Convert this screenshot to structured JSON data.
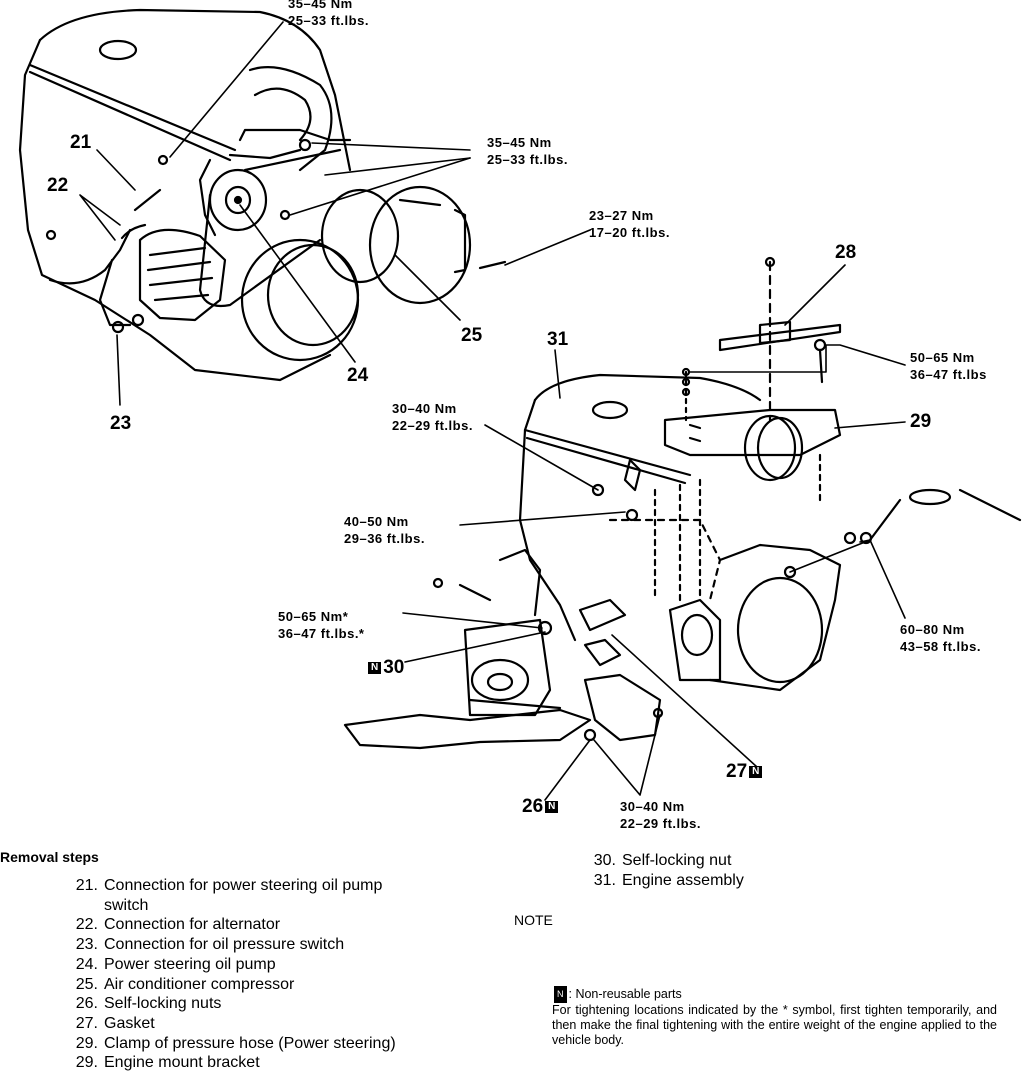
{
  "part_labels": {
    "p21": "21",
    "p22": "22",
    "p23": "23",
    "p24": "24",
    "p25": "25",
    "p26": "26",
    "p27": "27",
    "p28": "28",
    "p29": "29",
    "p30": "30",
    "p31": "31"
  },
  "non_reusable_mark": "N",
  "torques": {
    "t1": {
      "nm": "35–45 Nm",
      "ft": "25–33 ft.lbs."
    },
    "t2": {
      "nm": "35–45 Nm",
      "ft": "25–33 ft.lbs."
    },
    "t3": {
      "nm": "23–27 Nm",
      "ft": "17–20 ft.lbs."
    },
    "t4": {
      "nm": "50–65 Nm",
      "ft": "36–47 ft.lbs"
    },
    "t5": {
      "nm": "30–40 Nm",
      "ft": "22–29 ft.lbs."
    },
    "t6": {
      "nm": "40–50 Nm",
      "ft": "29–36 ft.lbs."
    },
    "t7": {
      "nm": "50–65 Nm*",
      "ft": "36–47 ft.lbs.*"
    },
    "t8": {
      "nm": "60–80 Nm",
      "ft": "43–58 ft.lbs."
    },
    "t9": {
      "nm": "30–40 Nm",
      "ft": "22–29 ft.lbs."
    }
  },
  "removal": {
    "title": "Removal steps",
    "left": [
      {
        "n": "21.",
        "text": "Connection for power steering oil pump"
      },
      {
        "n": "",
        "text": "switch"
      },
      {
        "n": "22.",
        "text": "Connection for alternator"
      },
      {
        "n": "23.",
        "text": "Connection for oil pressure switch"
      },
      {
        "n": "24.",
        "text": "Power steering oil pump"
      },
      {
        "n": "25.",
        "text": "Air conditioner compressor"
      },
      {
        "n": "26.",
        "text": "Self-locking nuts"
      },
      {
        "n": "27.",
        "text": "Gasket"
      },
      {
        "n": "29.",
        "text": "Clamp of pressure hose (Power steering)"
      },
      {
        "n": "29.",
        "text": "Engine mount bracket"
      }
    ],
    "right": [
      {
        "n": "30.",
        "text": "Self-locking nut"
      },
      {
        "n": "31.",
        "text": "Engine assembly"
      }
    ]
  },
  "note": {
    "heading": "NOTE",
    "legend_mark": "N",
    "legend_text": ": Non-reusable parts",
    "body": "For tightening locations indicated by the * symbol, first tighten temporarily, and then make the final tightening with the entire weight of the engine applied to the vehicle body."
  }
}
